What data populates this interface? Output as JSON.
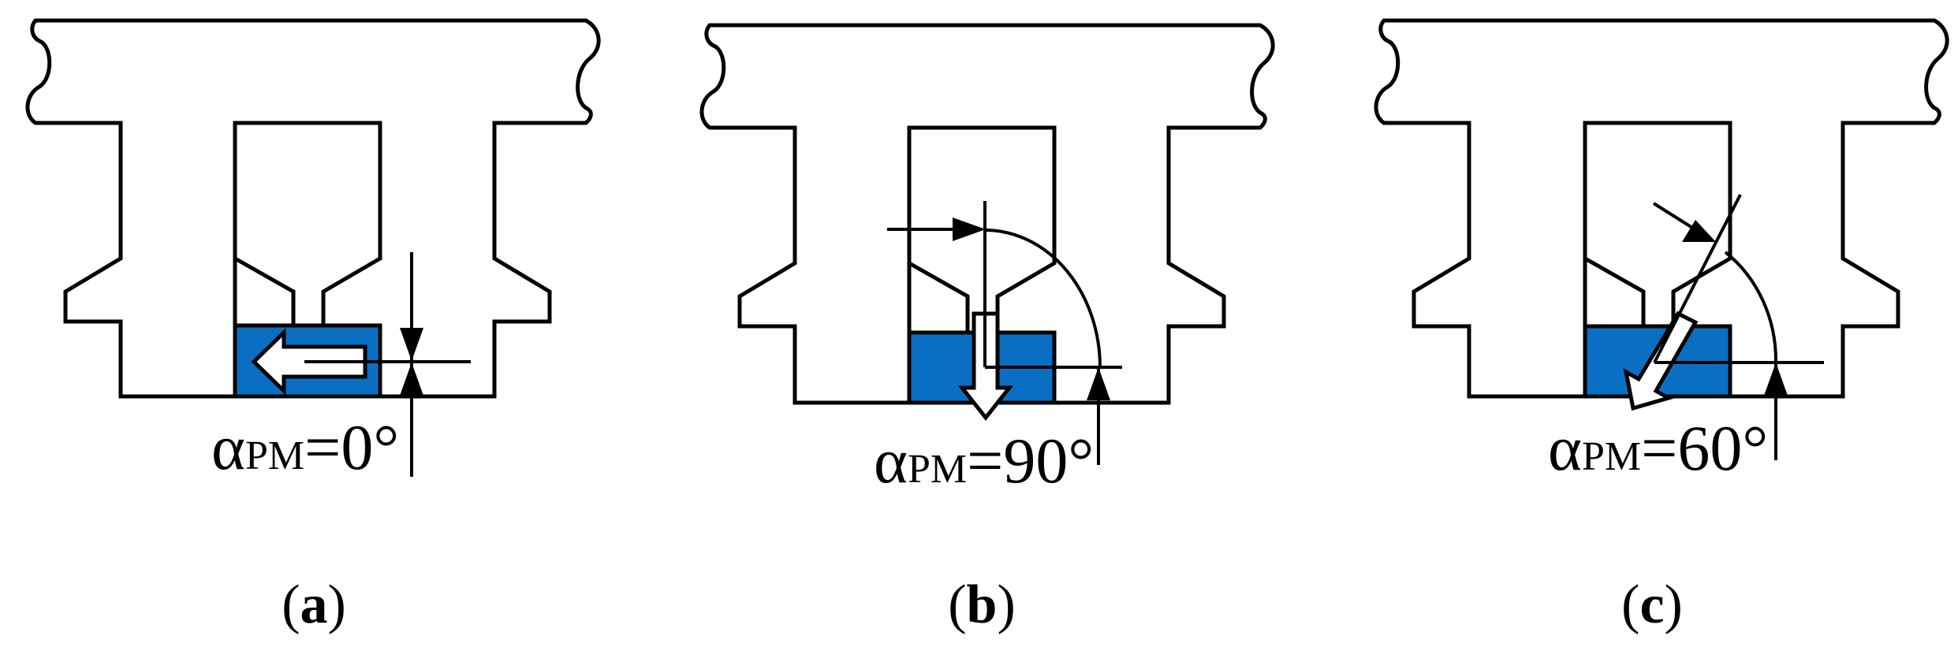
{
  "colors": {
    "magnet": "#0a6fc2",
    "stroke": "#000000",
    "background": "#ffffff"
  },
  "panels": [
    {
      "id": "a",
      "alpha_symbol": "α",
      "alpha_subscript": "PM",
      "alpha_value": "=0°",
      "magnetization_angle_deg": 0,
      "caption_open": "(",
      "caption_letter": "a",
      "caption_close": ")"
    },
    {
      "id": "b",
      "alpha_symbol": "α",
      "alpha_subscript": "PM",
      "alpha_value": "=90°",
      "magnetization_angle_deg": 90,
      "caption_open": "(",
      "caption_letter": "b",
      "caption_close": ")"
    },
    {
      "id": "c",
      "alpha_symbol": "α",
      "alpha_subscript": "PM",
      "alpha_value": "=60°",
      "magnetization_angle_deg": 60,
      "caption_open": "(",
      "caption_letter": "c",
      "caption_close": ")"
    }
  ]
}
